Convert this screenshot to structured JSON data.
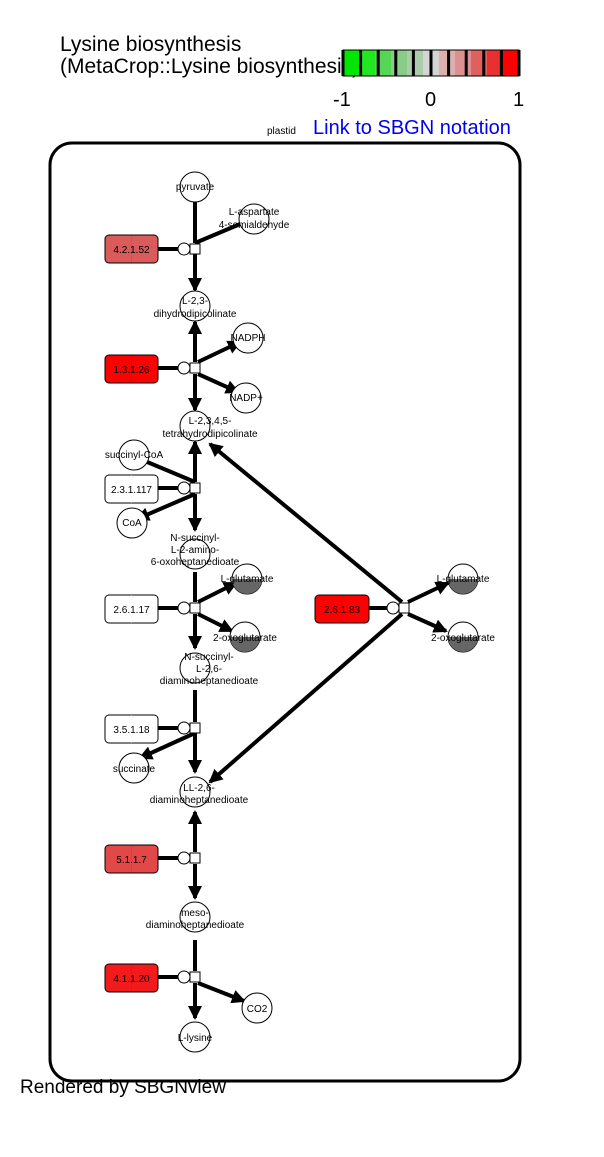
{
  "title_line1": "Lysine biosynthesis",
  "title_line2": "(MetaCrop::Lysine biosynthesis)",
  "legend": {
    "ticks": [
      "-1",
      "0",
      "1"
    ],
    "colors": [
      "#00e600",
      "#22e622",
      "#55d655",
      "#88cc88",
      "#aaccaa",
      "#d4d4d4",
      "#ddb0b0",
      "#dd9090",
      "#e06060",
      "#e83030",
      "#ff0000"
    ]
  },
  "compartment_label": "plastid",
  "sbgn_link": "Link to SBGN notation",
  "footer": "Rendered by SBGNview",
  "compounds": {
    "pyruvate": "pyruvate",
    "aspartate": [
      "L-aspartate",
      "4-semialdehyde"
    ],
    "dihydrodipicolinate": [
      "L-2,3-",
      "dihydrodipicolinate"
    ],
    "nadph": "NADPH",
    "nadp": "NADP+",
    "tetrahydrodipicolinate": [
      "L-2,3,4,5-",
      "tetrahydrodipicolinate"
    ],
    "succinylcoa": "succinyl-CoA",
    "coa": "CoA",
    "succinyl_amino": [
      "N-succinyl-",
      "L-2-amino-",
      "6-oxoheptanedioate"
    ],
    "glutamate1": "L-glutamate",
    "oxoglutarate1": "2-oxoglutarate",
    "succinyl_diamino": [
      "N-succinyl-",
      "L-2,6-",
      "diaminoheptanedioate"
    ],
    "succinate": "succinate",
    "ll_diamino": [
      "LL-2,6-",
      "diaminoheptanedioate"
    ],
    "meso": [
      "meso-",
      "diaminoheptanedioate"
    ],
    "co2": "CO2",
    "lysine": "L-lysine",
    "glutamate2": "L-glutamate",
    "oxoglutarate2": "2-oxoglutarate"
  },
  "enzymes": [
    {
      "id": "e1",
      "label": "4.2.1.52",
      "color": "#d95b5b"
    },
    {
      "id": "e2",
      "label": "1.3.1.26",
      "color": "#ff0000"
    },
    {
      "id": "e3",
      "label": "2.3.1.117",
      "color": "#ffffff"
    },
    {
      "id": "e4",
      "label": "2.6.1.17",
      "color": "#ffffff"
    },
    {
      "id": "e5",
      "label": "3.5.1.18",
      "color": "#ffffff"
    },
    {
      "id": "e6",
      "label": "5.1.1.7",
      "color": "#e34848"
    },
    {
      "id": "e7",
      "label": "4.1.1.20",
      "color": "#f21a1a"
    },
    {
      "id": "e8",
      "label": "2.6.1.83",
      "color": "#ff0000"
    }
  ]
}
